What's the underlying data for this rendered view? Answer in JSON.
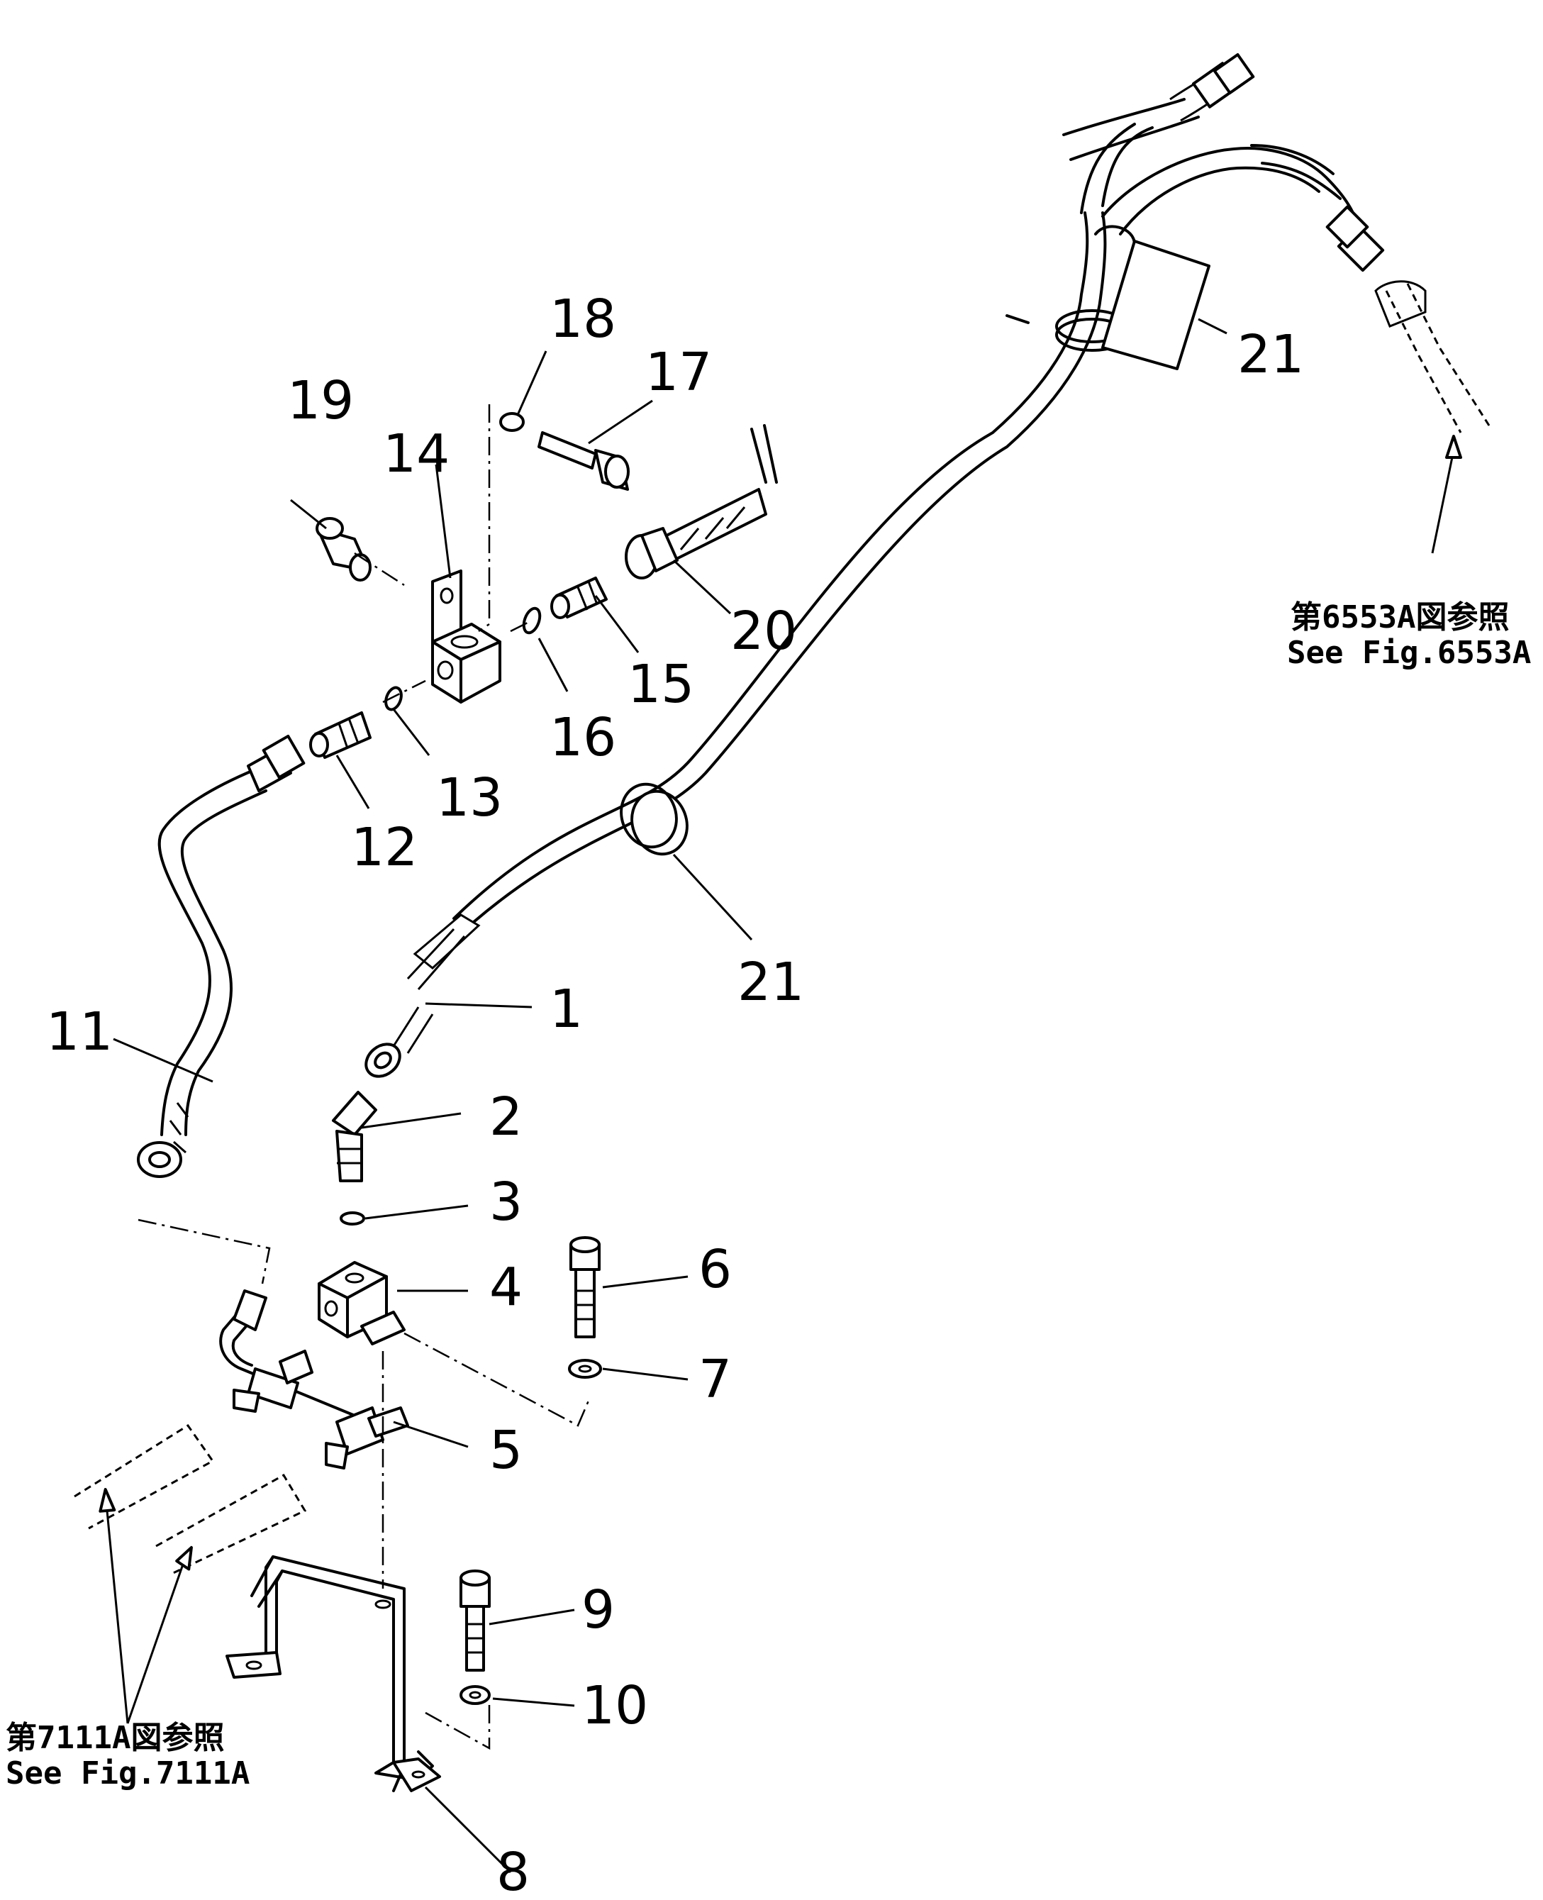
{
  "callouts": {
    "c1": "1",
    "c2": "2",
    "c3": "3",
    "c4": "4",
    "c5": "5",
    "c6": "6",
    "c7": "7",
    "c8": "8",
    "c9": "9",
    "c10": "10",
    "c11": "11",
    "c12": "12",
    "c13": "13",
    "c14": "14",
    "c15": "15",
    "c16": "16",
    "c17": "17",
    "c18": "18",
    "c19": "19",
    "c20": "20",
    "c21a": "21",
    "c21b": "21"
  },
  "references": {
    "right_jp": "第6553A図参照",
    "right_en": "See Fig.6553A",
    "left_jp": "第7111A図参照",
    "left_en": "See Fig.7111A"
  }
}
